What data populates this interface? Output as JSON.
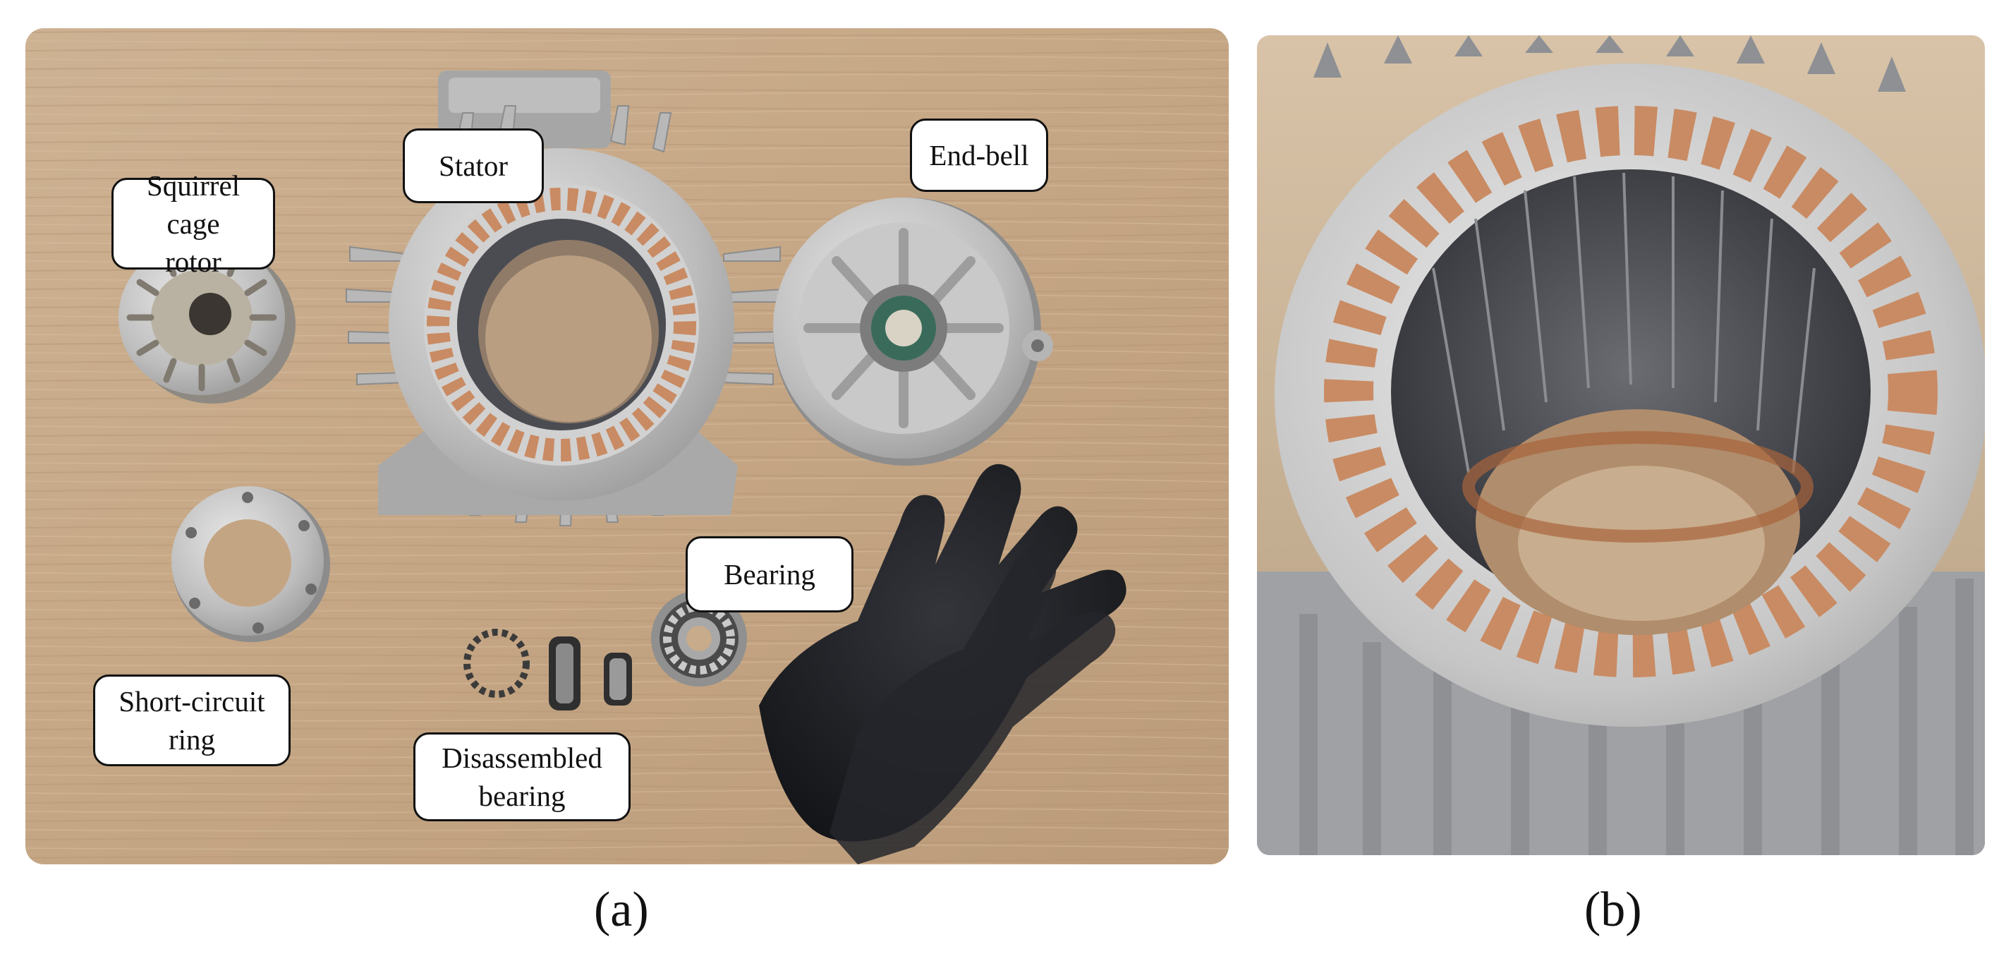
{
  "panels": {
    "a": {
      "caption": "(a)",
      "labels": {
        "rotor": "Squirrel cage\nrotor",
        "stator": "Stator",
        "end_bell": "End-bell",
        "bearing": "Bearing",
        "ring": "Short-circuit\nring",
        "disassembled": "Disassembled\nbearing"
      }
    },
    "b": {
      "caption": "(b)"
    }
  },
  "colors": {
    "wood": "#c9ab8a",
    "aluminum": "#c7c7c7",
    "copper": "#c98b63",
    "steel_core": "#4a4c52",
    "glove": "#1d1e22"
  }
}
